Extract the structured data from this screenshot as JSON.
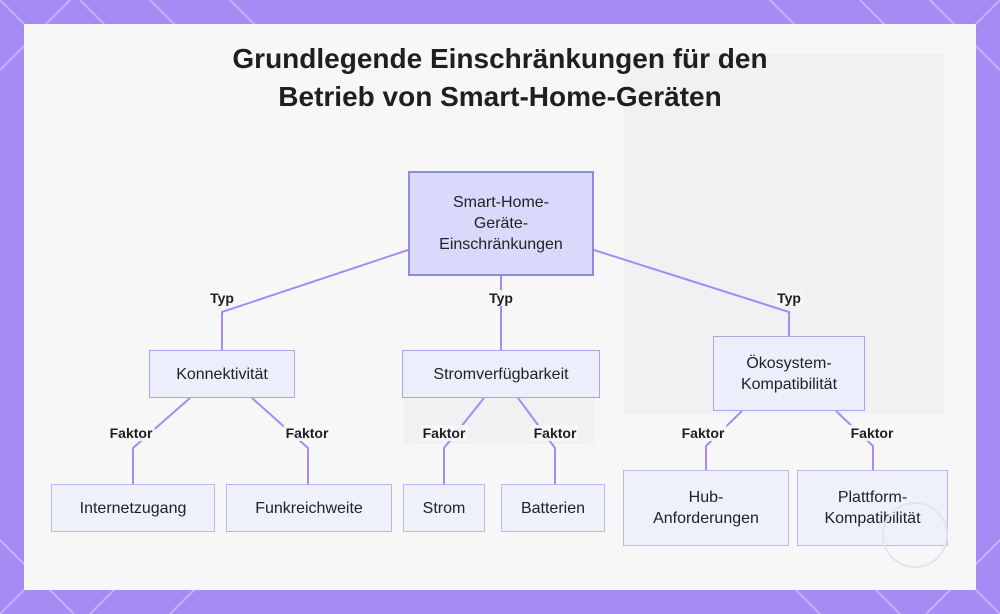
{
  "title": {
    "line1": "Grundlegende Einschränkungen für den",
    "line2": "Betrieb von Smart-Home-Geräten"
  },
  "nodes": {
    "root": [
      "Smart-Home-",
      "Geräte-",
      "Einschränkungen"
    ],
    "connectivity": [
      "Konnektivität"
    ],
    "power": [
      "Stromverfügbarkeit"
    ],
    "ecosystem": [
      "Ökosystem-",
      "Kompatibilität"
    ],
    "internet": [
      "Internetzugang"
    ],
    "radio": [
      "Funkreichweite"
    ],
    "strom": [
      "Strom"
    ],
    "batteries": [
      "Batterien"
    ],
    "hub": [
      "Hub-",
      "Anforderungen"
    ],
    "platform": [
      "Plattform-",
      "Kompatibilität"
    ]
  },
  "edge_labels": {
    "typ": "Typ",
    "faktor": "Faktor"
  },
  "colors": {
    "frame": "#a58cf5",
    "edge": "#a58cf5",
    "root_fill": "#d9d9fb",
    "node_fill": "#eceefb",
    "border": "#a7a5e2"
  }
}
